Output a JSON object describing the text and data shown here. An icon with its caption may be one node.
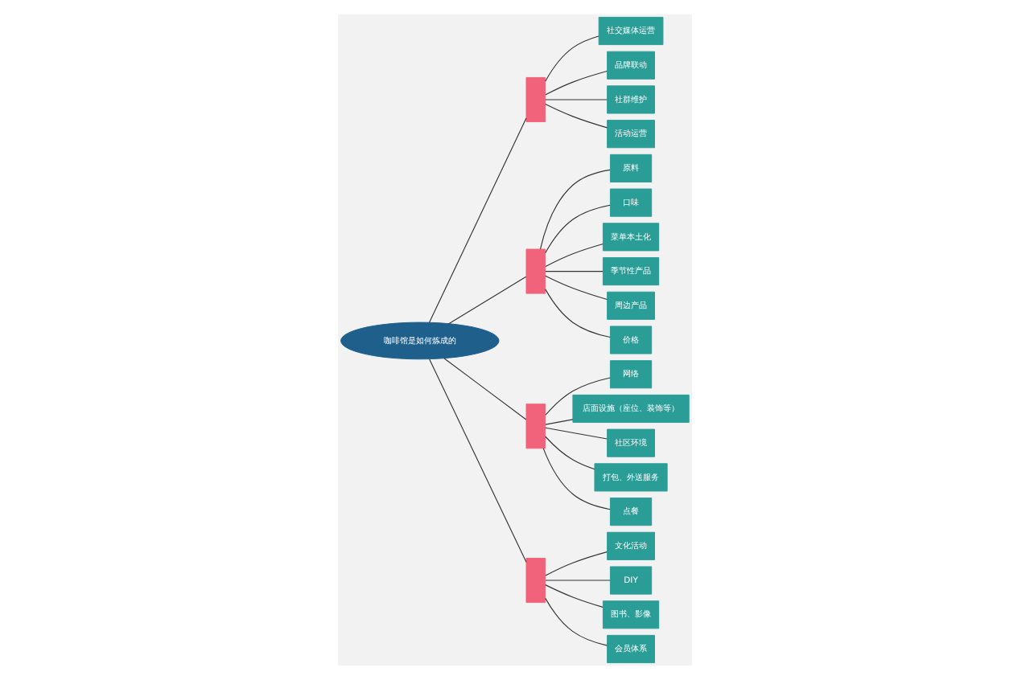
{
  "diagram": {
    "nodes": [
      {
        "text": [
          "咖啡馆是如何炼成的"
        ]
      },
      {
        "text": [],
        "shape": "box"
      },
      {
        "text": [
          "社交媒体运营"
        ]
      },
      {
        "text": [
          "品牌联动"
        ]
      },
      {
        "text": [
          "社群维护"
        ]
      },
      {
        "text": [
          "活动运营"
        ]
      },
      {
        "text": [],
        "shape": "box"
      },
      {
        "text": [
          "原料"
        ]
      },
      {
        "text": [
          "口味"
        ]
      },
      {
        "text": [
          "菜单本土化"
        ]
      },
      {
        "text": [
          "季节性产品"
        ]
      },
      {
        "text": [
          "周边产品"
        ]
      },
      {
        "text": [
          "价格"
        ]
      },
      {
        "text": [],
        "shape": "box"
      },
      {
        "text": [
          "网络"
        ]
      },
      {
        "text": [
          "店面设施（座位、装饰等）"
        ]
      },
      {
        "text": [
          "社区环境"
        ]
      },
      {
        "text": [
          "打包、外送服务"
        ]
      },
      {
        "text": [
          "点餐"
        ]
      },
      {
        "text": [],
        "shape": "box"
      },
      {
        "text": [
          "文化活动"
        ]
      },
      {
        "text": [
          "DIY"
        ]
      },
      {
        "text": [
          "图书、影像"
        ]
      },
      {
        "text": [
          "会员体系"
        ]
      }
    ],
    "edges": [
      {
        "from": 1,
        "to": 0,
        "arrow": "none"
      },
      {
        "from": 2,
        "to": 1,
        "arrow": "none"
      },
      {
        "from": 3,
        "to": 1,
        "arrow": "none"
      },
      {
        "from": 4,
        "to": 1,
        "arrow": "none"
      },
      {
        "from": 5,
        "to": 1,
        "arrow": "none"
      },
      {
        "from": 6,
        "to": 0,
        "arrow": "none"
      },
      {
        "from": 7,
        "to": 6,
        "arrow": "none"
      },
      {
        "from": 8,
        "to": 6,
        "arrow": "none"
      },
      {
        "from": 9,
        "to": 6,
        "arrow": "none"
      },
      {
        "from": 10,
        "to": 6,
        "arrow": "none"
      },
      {
        "from": 11,
        "to": 6,
        "arrow": "none"
      },
      {
        "from": 12,
        "to": 6,
        "arrow": "none"
      },
      {
        "from": 13,
        "to": 0,
        "arrow": "none"
      },
      {
        "from": 14,
        "to": 13,
        "arrow": "none"
      },
      {
        "from": 15,
        "to": 13,
        "arrow": "none"
      },
      {
        "from": 16,
        "to": 13,
        "arrow": "none"
      },
      {
        "from": 17,
        "to": 13,
        "arrow": "none"
      },
      {
        "from": 18,
        "to": 13,
        "arrow": "none"
      },
      {
        "from": 19,
        "to": 0,
        "arrow": "none"
      },
      {
        "from": 20,
        "to": 19,
        "arrow": "none"
      },
      {
        "from": 21,
        "to": 19,
        "arrow": "none"
      },
      {
        "from": 22,
        "to": 19,
        "arrow": "none"
      },
      {
        "from": 23,
        "to": 19,
        "arrow": "none"
      }
    ]
  }
}
